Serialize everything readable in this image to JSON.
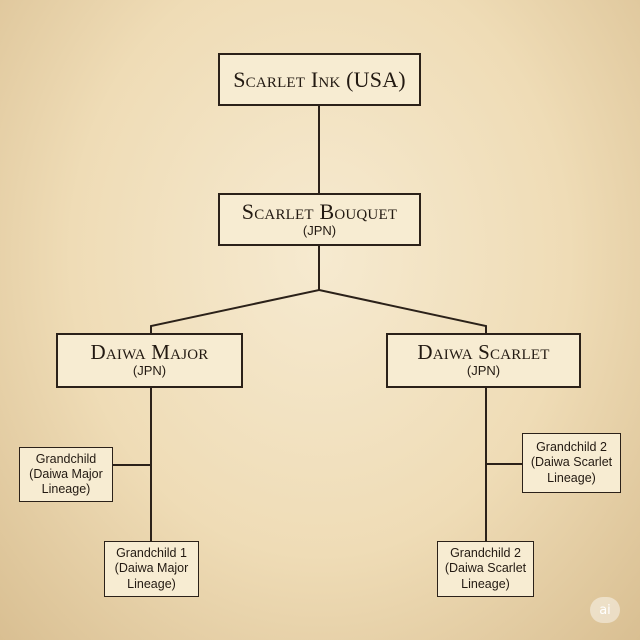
{
  "diagram": {
    "nodes": {
      "root": {
        "title": "Scarlet Ink (USA)"
      },
      "bouquet": {
        "title": "Scarlet Bouquet",
        "sub": "(JPN)"
      },
      "major": {
        "title": "Daiwa Major",
        "sub": "(JPN)"
      },
      "scarlet": {
        "title": "Daiwa Scarlet",
        "sub": "(JPN)"
      },
      "gc_major_left": {
        "lines": [
          "Grandchild",
          "(Daiwa Major",
          "Lineage)"
        ]
      },
      "gc_major_bottom": {
        "lines": [
          "Grandchild 1",
          "(Daiwa Major",
          "Lineage)"
        ]
      },
      "gc_scarlet_right": {
        "lines": [
          "Grandchild 2",
          "(Daiwa Scarlet",
          "Lineage)"
        ]
      },
      "gc_scarlet_bottom": {
        "lines": [
          "Grandchild 2",
          "(Daiwa Scarlet",
          "Lineage)"
        ]
      }
    },
    "edges": [
      [
        "root",
        "bouquet"
      ],
      [
        "bouquet",
        "major"
      ],
      [
        "bouquet",
        "scarlet"
      ],
      [
        "major",
        "gc_major_left"
      ],
      [
        "major",
        "gc_major_bottom"
      ],
      [
        "scarlet",
        "gc_scarlet_right"
      ],
      [
        "scarlet",
        "gc_scarlet_bottom"
      ]
    ],
    "colors": {
      "line": "#2b2119",
      "box_fill": "#f7ecd2",
      "background": "#efdcb6"
    }
  },
  "watermark": {
    "text": "ai"
  }
}
